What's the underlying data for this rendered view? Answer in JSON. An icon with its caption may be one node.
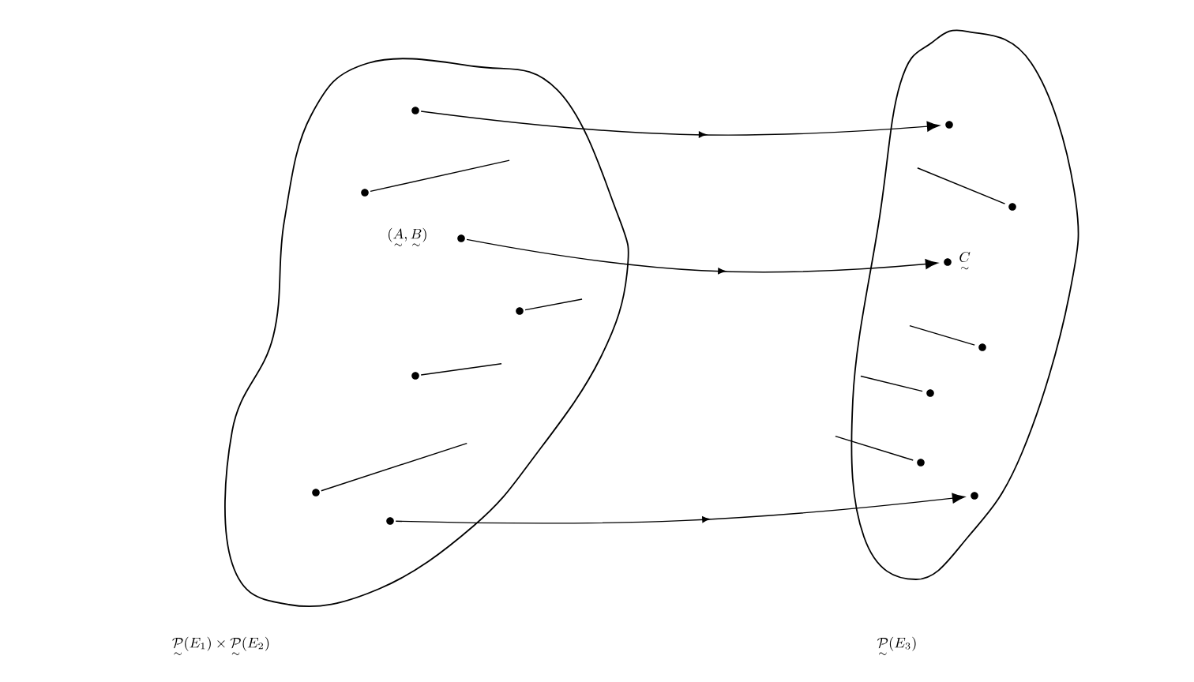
{
  "diagram": {
    "nodes": [
      {
        "text": [
          "\\underset{\\sim}{\\mathcal{P}}(E_1)\\times\\underset{\\sim}{\\mathcal{P}}(E_2)"
        ]
      },
      {
        "text": [],
        "shape": "circle",
        "in": 0
      },
      {
        "text": [],
        "shape": "circle",
        "in": 0
      },
      {
        "text": [],
        "shape": "circle",
        "in": 0,
        "beside": [
          "(\\underset{\\sim}{A},\\underset{\\sim}{B})"
        ]
      },
      {
        "text": [],
        "shape": "circle",
        "in": 0
      },
      {
        "text": [],
        "shape": "circle",
        "in": 0
      },
      {
        "text": [],
        "shape": "circle",
        "in": 0
      },
      {
        "text": [],
        "shape": "circle",
        "in": 0
      },
      {
        "text": [
          "\\underset{\\sim}{\\mathcal{P}}(E_3)"
        ]
      },
      {
        "text": [],
        "shape": "circle",
        "in": 8
      },
      {
        "text": [],
        "shape": "circle",
        "in": 8
      },
      {
        "text": [],
        "shape": "circle",
        "in": 8,
        "beside": [
          "\\underset{\\sim}{C}"
        ]
      },
      {
        "text": [],
        "shape": "circle",
        "in": 8
      },
      {
        "text": [],
        "shape": "circle",
        "in": 8
      },
      {
        "text": [],
        "shape": "circle",
        "in": 8
      },
      {
        "text": [],
        "shape": "circle",
        "in": 8
      }
    ],
    "edges": [
      {
        "from": 1,
        "to": 9,
        "arrow": "to"
      },
      {
        "from": 3,
        "to": 11,
        "arrow": "to"
      },
      {
        "from": 7,
        "to": 15,
        "arrow": "to"
      },
      {
        "from": 2,
        "to": null,
        "arrow": "none"
      },
      {
        "from": 4,
        "to": null,
        "arrow": "none"
      },
      {
        "from": 5,
        "to": null,
        "arrow": "none"
      },
      {
        "from": 6,
        "to": null,
        "arrow": "none"
      },
      {
        "from": null,
        "to": 10,
        "arrow": "none"
      },
      {
        "from": null,
        "to": 12,
        "arrow": "none"
      },
      {
        "from": null,
        "to": 13,
        "arrow": "none"
      },
      {
        "from": null,
        "to": 14,
        "arrow": "none"
      }
    ]
  }
}
